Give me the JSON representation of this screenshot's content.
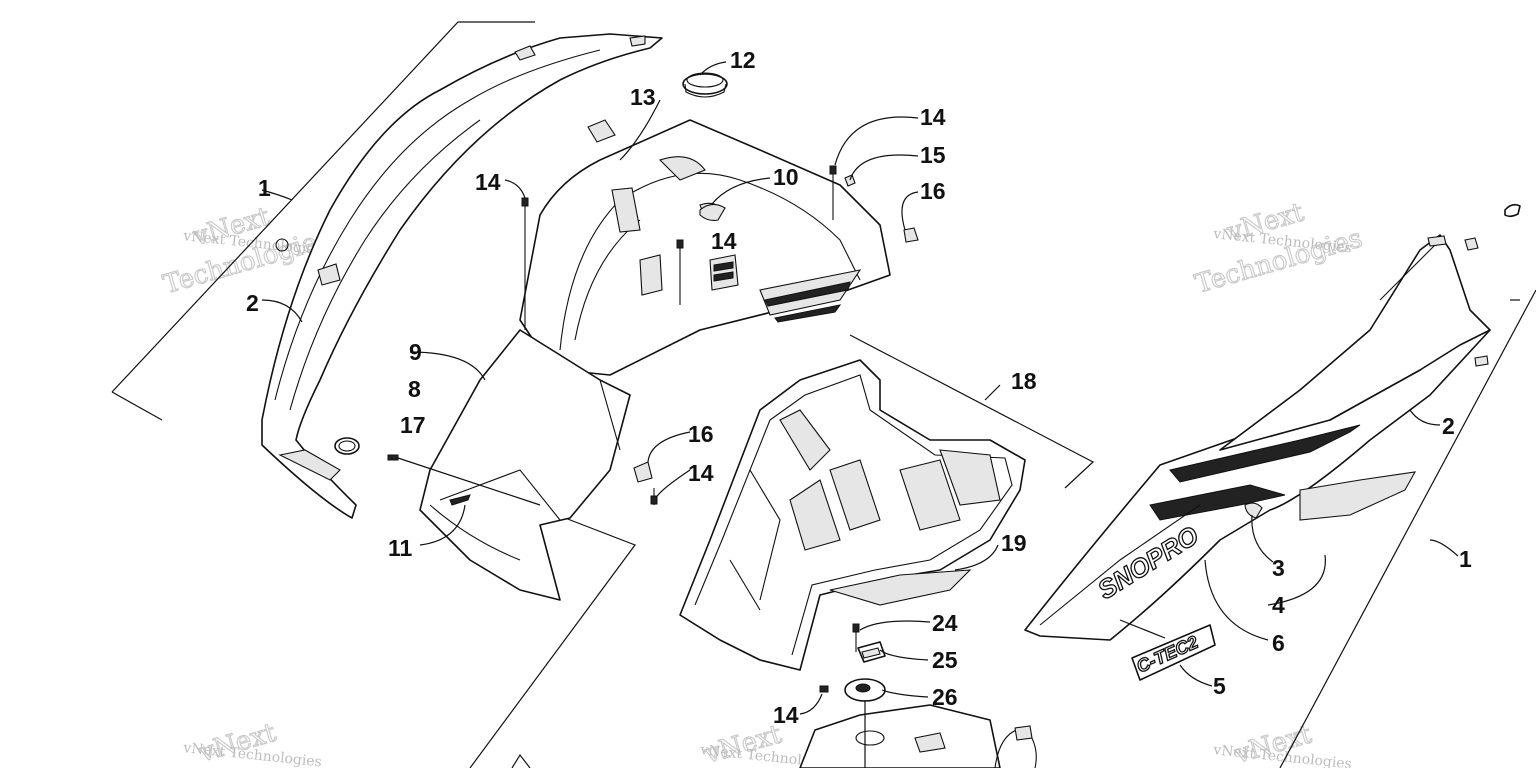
{
  "diagram": {
    "callouts": [
      {
        "id": "c1a",
        "label": "1"
      },
      {
        "id": "c2a",
        "label": "2"
      },
      {
        "id": "c8",
        "label": "8"
      },
      {
        "id": "c9",
        "label": "9"
      },
      {
        "id": "c17",
        "label": "17"
      },
      {
        "id": "c11",
        "label": "11"
      },
      {
        "id": "c14a",
        "label": "14"
      },
      {
        "id": "c13",
        "label": "13"
      },
      {
        "id": "c12",
        "label": "12"
      },
      {
        "id": "c10",
        "label": "10"
      },
      {
        "id": "c14b",
        "label": "14"
      },
      {
        "id": "c14c",
        "label": "14"
      },
      {
        "id": "c15",
        "label": "15"
      },
      {
        "id": "c16a",
        "label": "16"
      },
      {
        "id": "c16b",
        "label": "16"
      },
      {
        "id": "c14d",
        "label": "14"
      },
      {
        "id": "c18",
        "label": "18"
      },
      {
        "id": "c19",
        "label": "19"
      },
      {
        "id": "c24",
        "label": "24"
      },
      {
        "id": "c25",
        "label": "25"
      },
      {
        "id": "c26",
        "label": "26"
      },
      {
        "id": "c14e",
        "label": "14"
      },
      {
        "id": "c2b",
        "label": "2"
      },
      {
        "id": "c1b",
        "label": "1"
      },
      {
        "id": "c3",
        "label": "3"
      },
      {
        "id": "c4",
        "label": "4"
      },
      {
        "id": "c6",
        "label": "6"
      },
      {
        "id": "c5",
        "label": "5"
      }
    ],
    "decal_text": {
      "snopro": "SNOPRO",
      "ctec": "C-TEC2"
    },
    "watermark": {
      "line1": "vNext",
      "line2": "Technologies",
      "small": "vNext Technologies"
    }
  }
}
